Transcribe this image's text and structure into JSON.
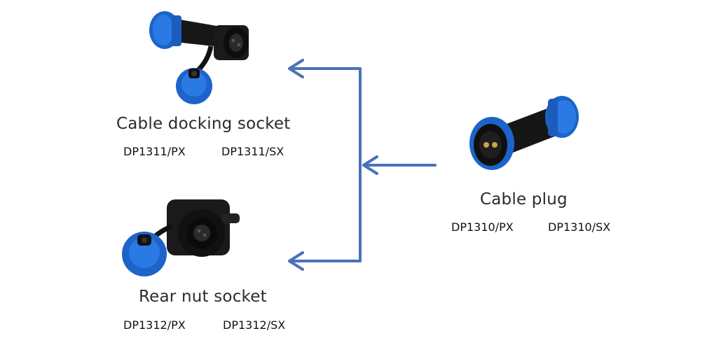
{
  "colors": {
    "arrow": "#4a72b8",
    "connector_blue": "#1f6fd6",
    "connector_body": "#161616",
    "background": "#ffffff"
  },
  "products": {
    "docking_socket": {
      "title": "Cable docking socket",
      "models": [
        "DP1311/PX",
        "DP1311/SX"
      ],
      "icon": "cable-docking-socket-image"
    },
    "rear_nut_socket": {
      "title": "Rear nut socket",
      "models": [
        "DP1312/PX",
        "DP1312/SX"
      ],
      "icon": "rear-nut-socket-image"
    },
    "cable_plug": {
      "title": "Cable plug",
      "models": [
        "DP1310/PX",
        "DP1310/SX"
      ],
      "icon": "cable-plug-image"
    }
  }
}
